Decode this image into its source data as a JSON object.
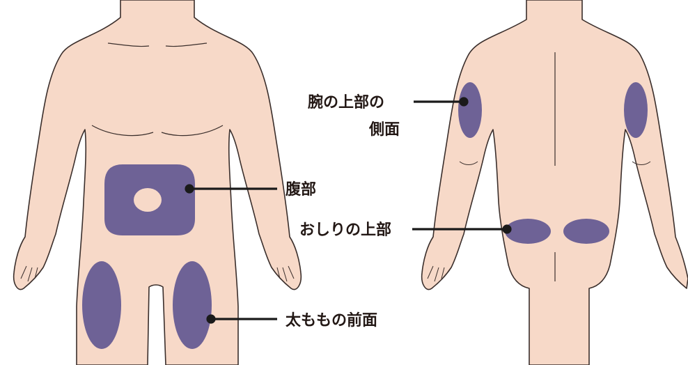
{
  "labels": {
    "upper_arm_line1": "腕の上部の",
    "upper_arm_line2": "側面",
    "abdomen": "腹部",
    "buttocks": "おしりの上部",
    "thigh": "太ももの前面"
  },
  "colors": {
    "skin": "#f7d9c8",
    "outline": "#3a2e2b",
    "site": "#6e6296",
    "leader": "#1a1a1a",
    "text": "#231815"
  }
}
